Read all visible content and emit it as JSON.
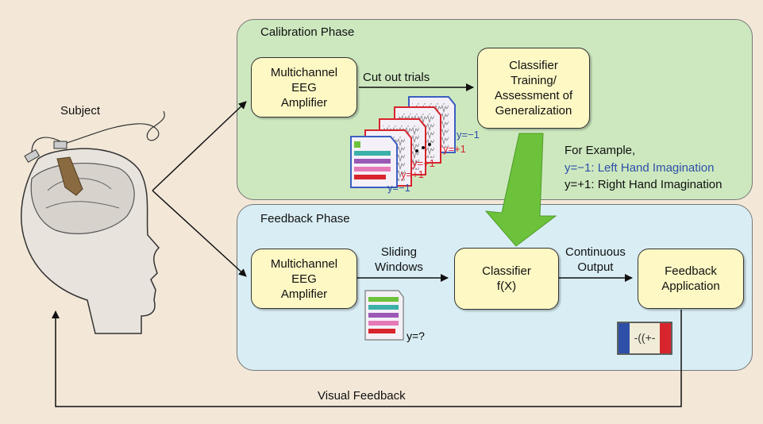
{
  "subject": {
    "label": "Subject"
  },
  "calibration": {
    "title": "Calibration Phase",
    "amplifier_lines": [
      "Multichannel",
      "EEG",
      "Amplifier"
    ],
    "arrow_label": "Cut out trials",
    "classifier_lines": [
      "Classifier",
      "Training/",
      "Assessment of",
      "Generalization"
    ],
    "trial_labels": [
      "y=−1",
      "y=+1",
      "y=+1",
      "y=+1",
      "y=−1"
    ],
    "example": {
      "heading": "For Example,",
      "line1": "y=−1: Left Hand Imagination",
      "line2": "y=+1: Right Hand Imagination"
    }
  },
  "feedback": {
    "title": "Feedback Phase",
    "amplifier_lines": [
      "Multichannel",
      "EEG",
      "Amplifier"
    ],
    "arrow1_lines": [
      "Sliding",
      "Windows"
    ],
    "window_label": "y=?",
    "classifier_lines": [
      "Classifier",
      "f(X)"
    ],
    "arrow2_lines": [
      "Continuous",
      "Output"
    ],
    "application_lines": [
      "Feedback",
      "Application"
    ],
    "display_symbol": "-((+-"
  },
  "visual_feedback": {
    "label": "Visual Feedback"
  },
  "colors": {
    "calibration_panel": "#cde8bf",
    "feedback_panel": "#d9eef4",
    "box_fill": "#fdf8c4",
    "green_arrow": "#6cc23a",
    "label_blue": "#2e4fa8",
    "label_red": "#d8242c"
  }
}
